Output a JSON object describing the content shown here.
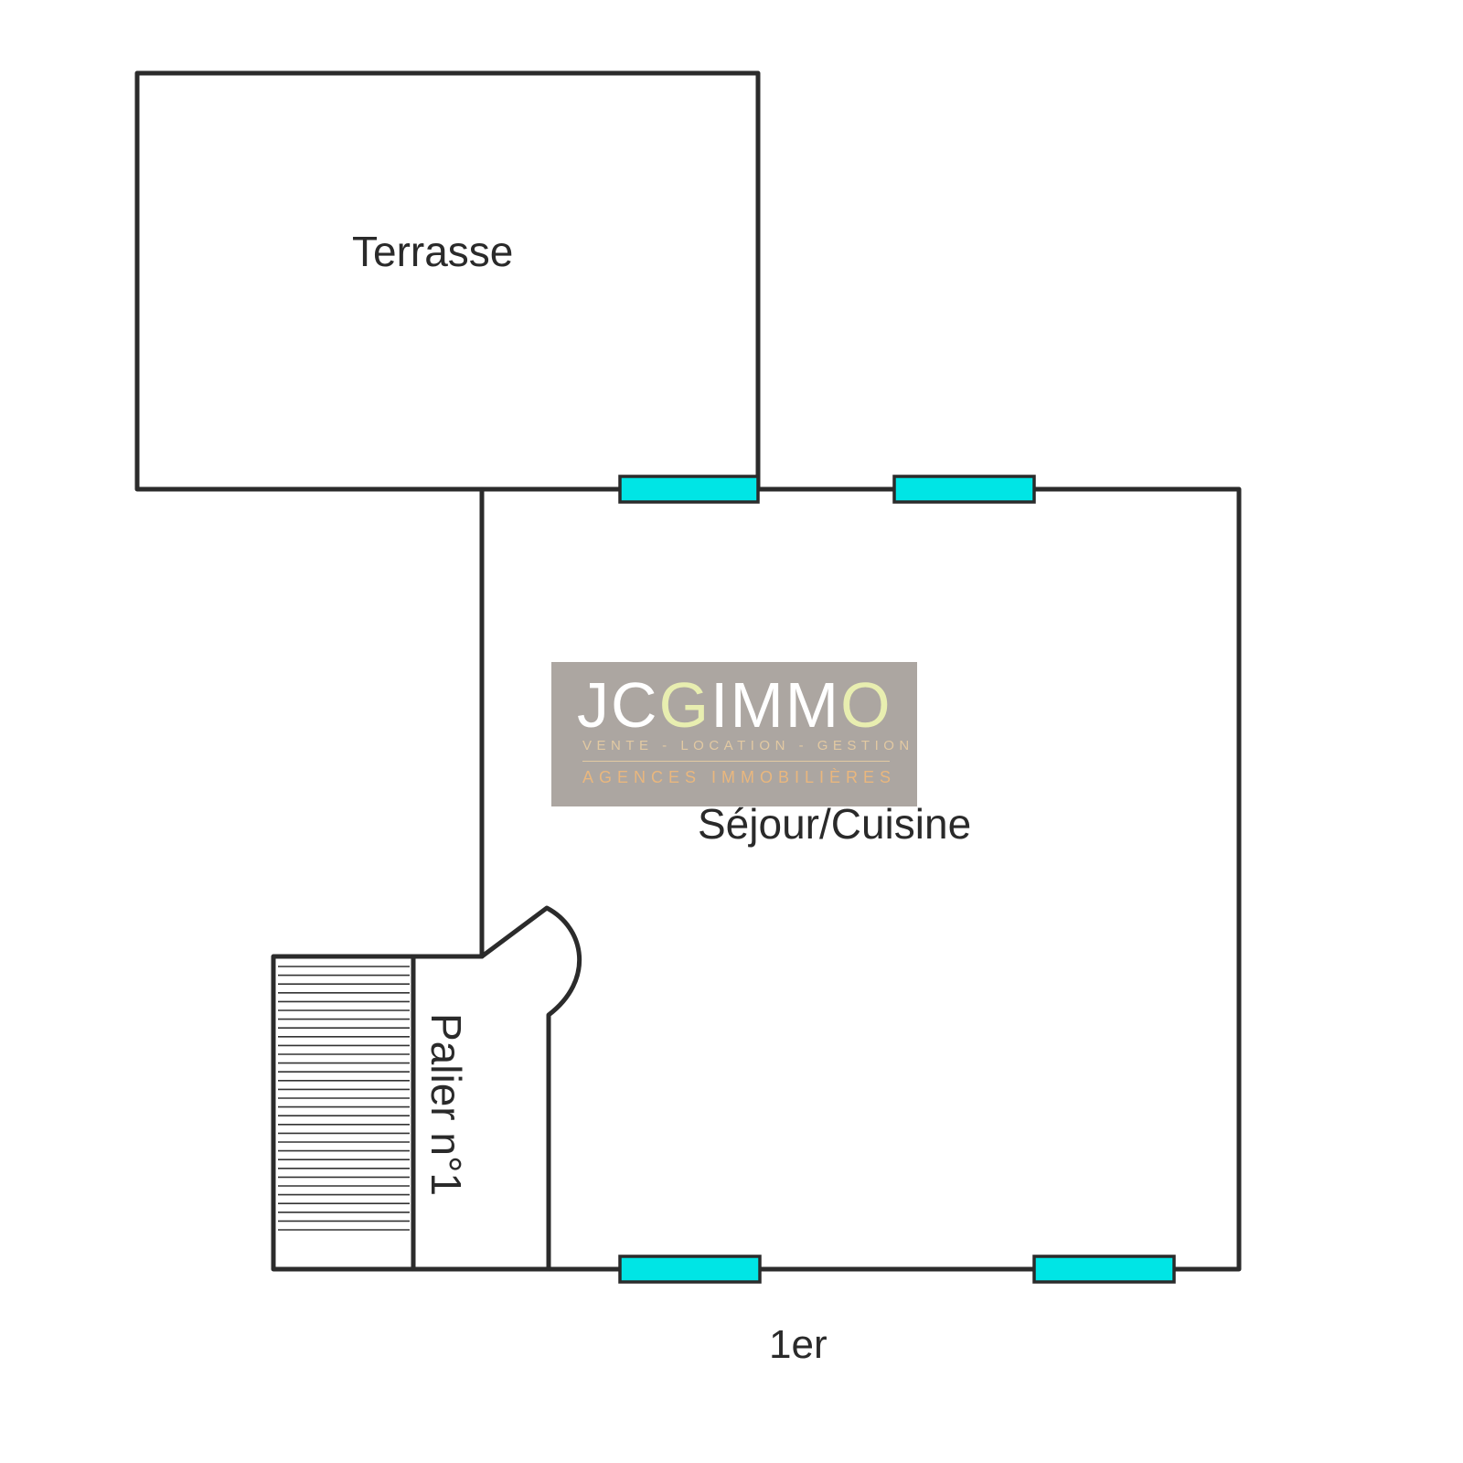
{
  "rooms": {
    "terrasse": "Terrasse",
    "sejour": "Séjour/Cuisine",
    "palier": "Palier n°1"
  },
  "floor_label": "1er",
  "logo": {
    "part1": "JC",
    "part2": "G",
    "part3": "IMM",
    "part4": "O",
    "tagline": "VENTE - LOCATION - GESTION",
    "subtitle": "AGENCES IMMOBILIÈRES"
  },
  "colors": {
    "wall": "#2b2b2b",
    "window": "#00e5e5",
    "logo_background": "#a09a94",
    "logo_accent": "#e8eeb0",
    "logo_subtitle": "#e9b77e"
  }
}
